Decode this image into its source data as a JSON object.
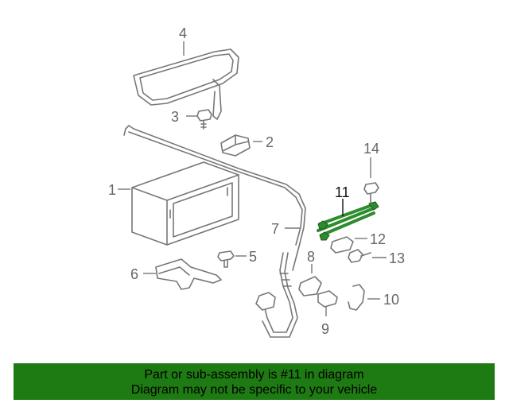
{
  "diagram": {
    "callouts": [
      {
        "id": "1",
        "label": "1"
      },
      {
        "id": "2",
        "label": "2"
      },
      {
        "id": "3",
        "label": "3"
      },
      {
        "id": "4",
        "label": "4"
      },
      {
        "id": "5",
        "label": "5"
      },
      {
        "id": "6",
        "label": "6"
      },
      {
        "id": "7",
        "label": "7"
      },
      {
        "id": "8",
        "label": "8"
      },
      {
        "id": "9",
        "label": "9"
      },
      {
        "id": "10",
        "label": "10"
      },
      {
        "id": "11",
        "label": "11",
        "highlighted": true
      },
      {
        "id": "12",
        "label": "12"
      },
      {
        "id": "13",
        "label": "13"
      },
      {
        "id": "14",
        "label": "14"
      }
    ],
    "highlight_color": "#2e8b2e",
    "line_color": "#777777"
  },
  "banner": {
    "line1": "Part or sub-assembly is #11 in diagram",
    "line2": "Diagram may not be specific to your vehicle",
    "background": "#1e7a12"
  }
}
